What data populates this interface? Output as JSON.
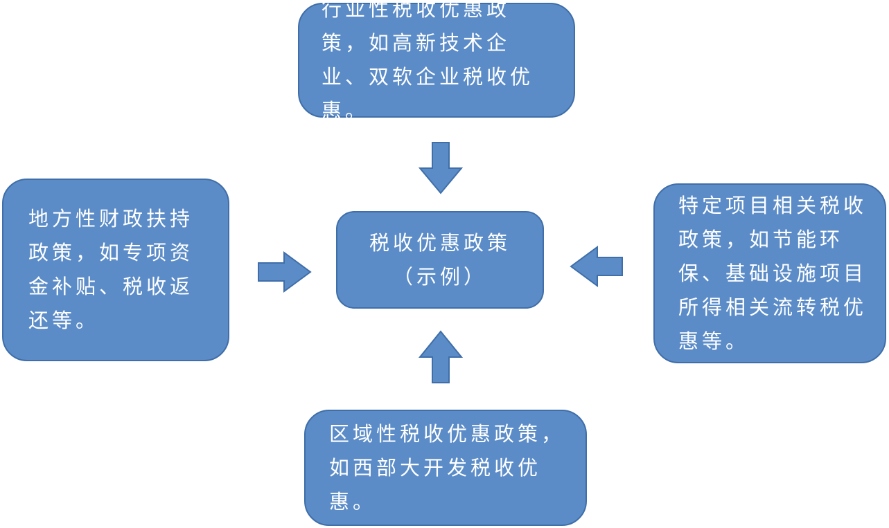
{
  "diagram": {
    "center": {
      "line1": "税收优惠政策",
      "line2": "（示例）"
    },
    "top": {
      "text": "行业性税收优惠政策，如高新技术企业、双软企业税收优惠。"
    },
    "left": {
      "text": "地方性财政扶持政策，如专项资金补贴、税收返还等。"
    },
    "right": {
      "text": "特定项目相关税收政策，如节能环保、基础设施项目所得相关流转税优惠等。"
    },
    "bottom": {
      "text": "区域性税收优惠政策，如西部大开发税收优惠。"
    }
  },
  "colors": {
    "box_fill": "#5b8cc8",
    "box_border": "#3f6ea8",
    "text": "#ffffff"
  }
}
